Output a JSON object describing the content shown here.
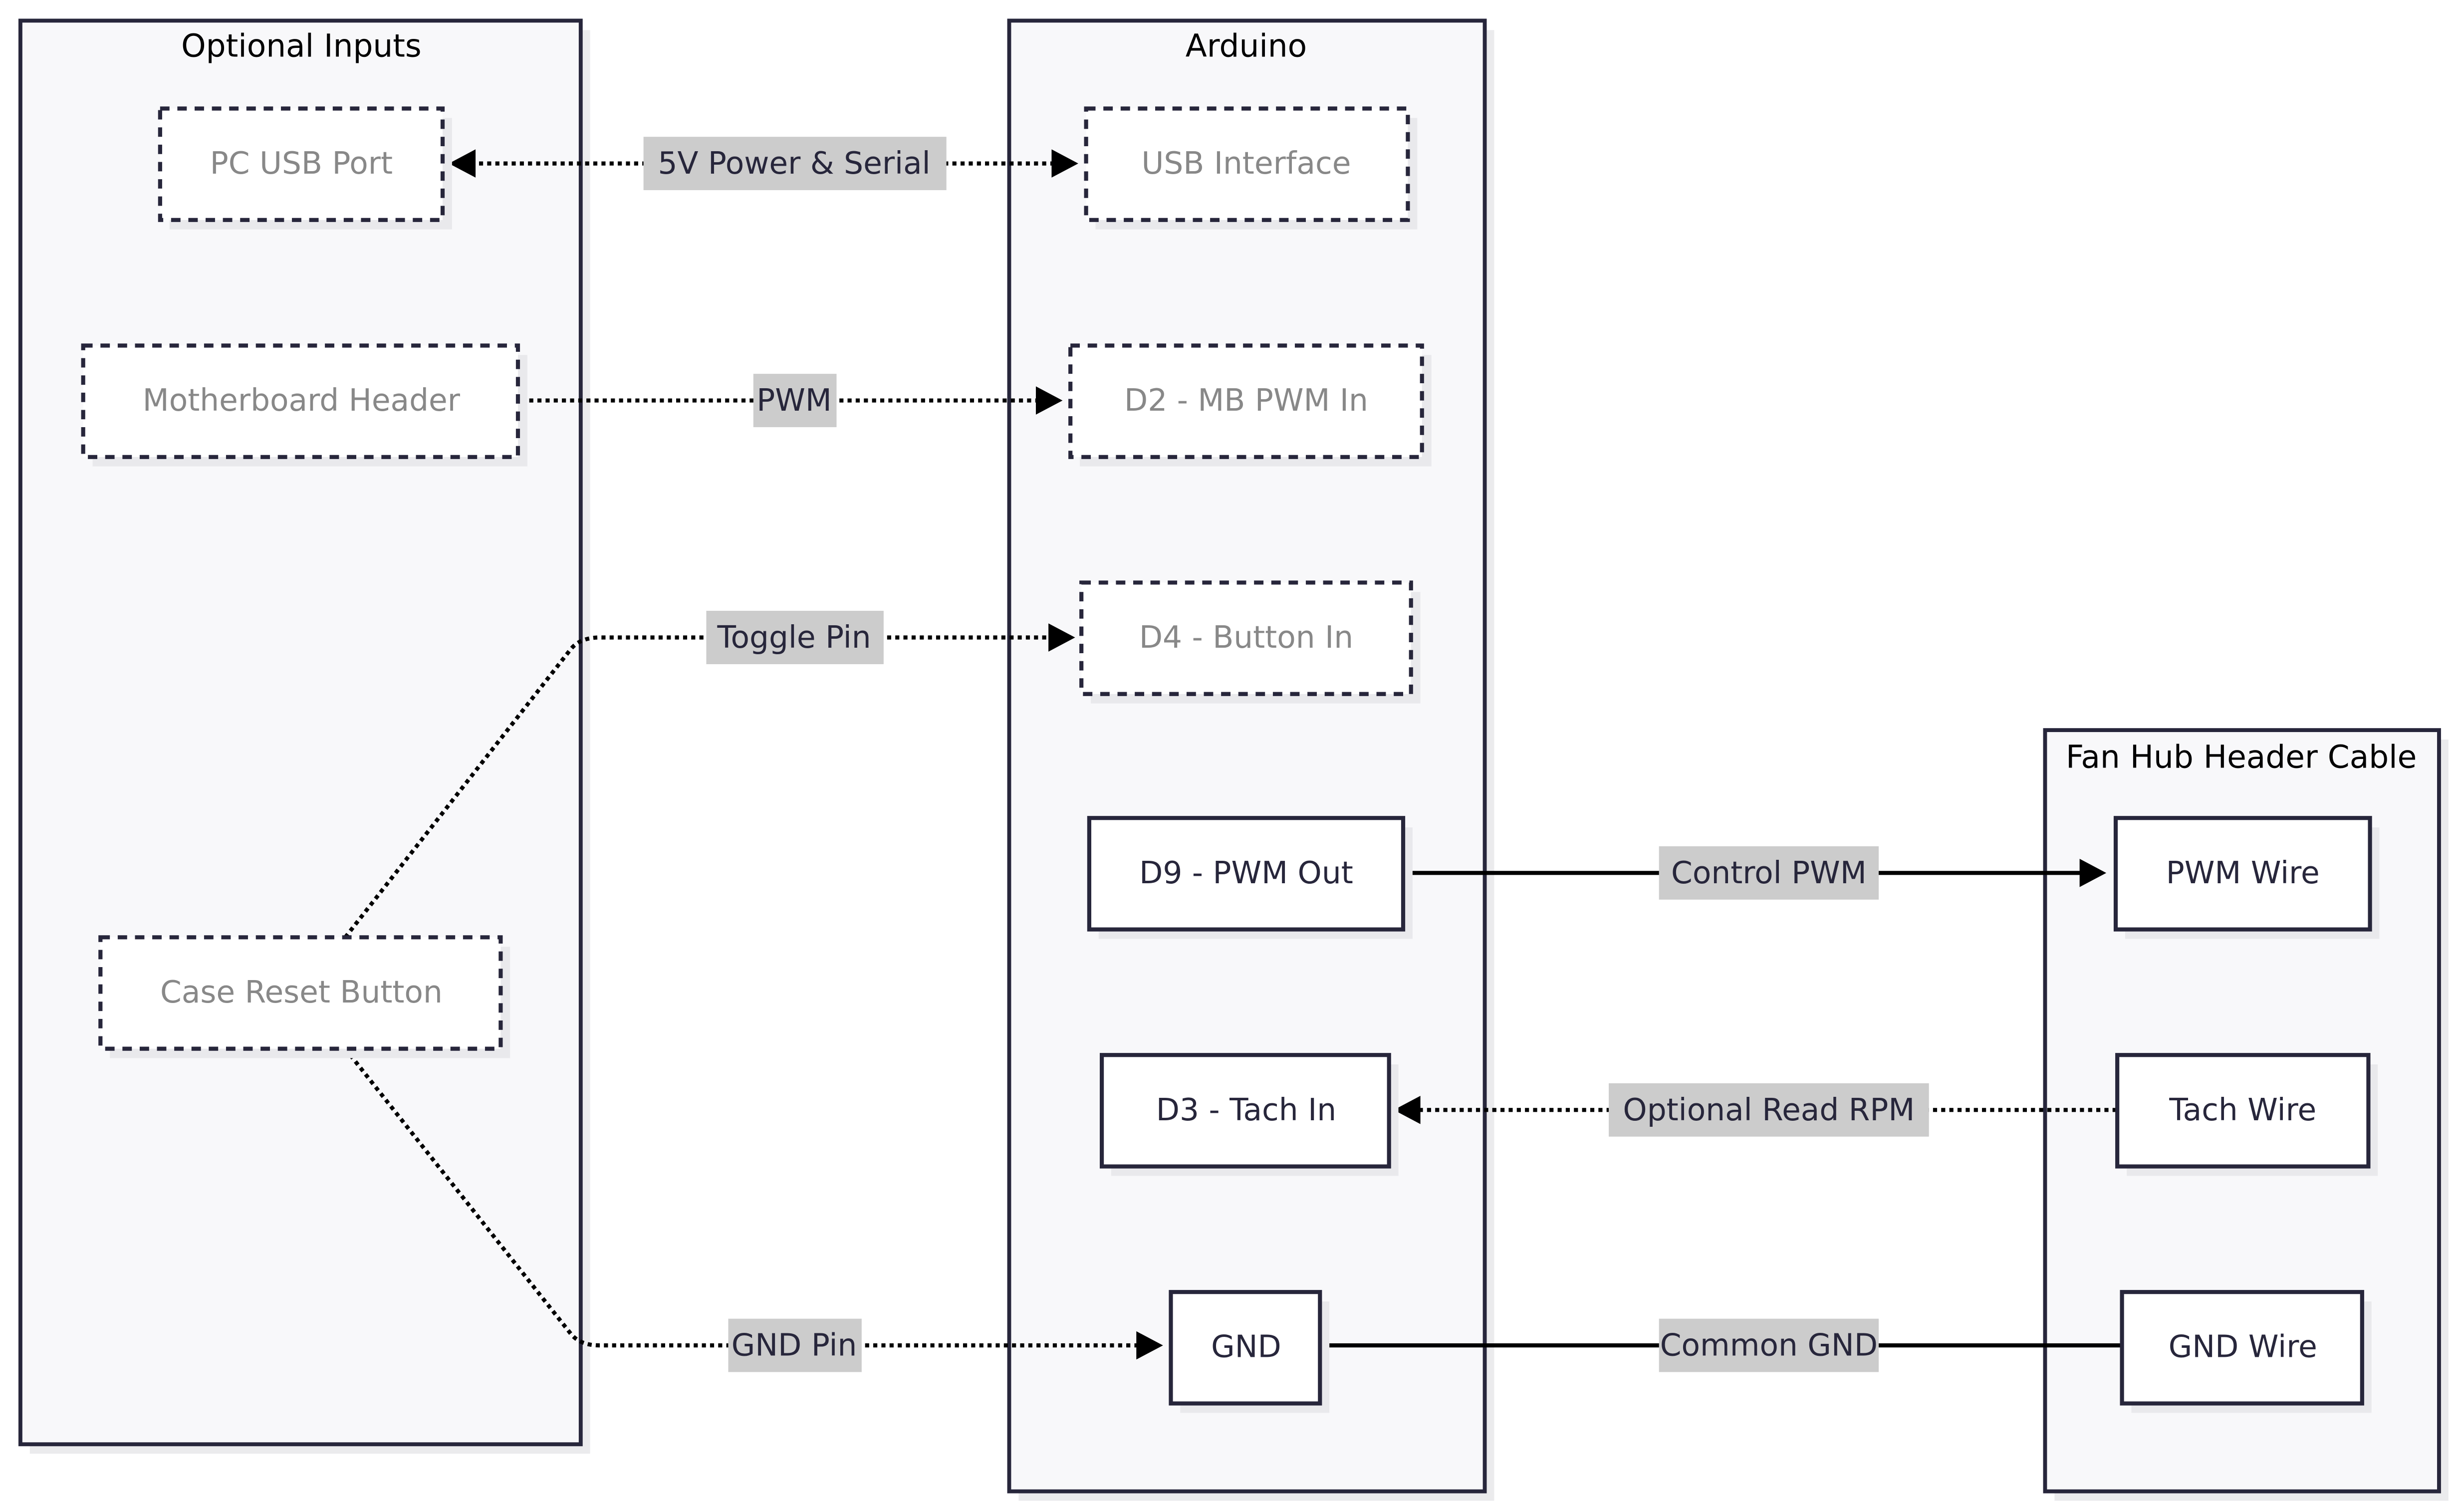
{
  "diagram": {
    "clusters": {
      "optional_inputs": {
        "title": "Optional Inputs"
      },
      "arduino": {
        "title": "Arduino"
      },
      "fan_hub": {
        "title": "Fan Hub Header Cable"
      }
    },
    "nodes": {
      "pc_usb_port": {
        "label": "PC USB Port",
        "style": "optional"
      },
      "motherboard_header": {
        "label": "Motherboard Header",
        "style": "optional"
      },
      "case_reset_button": {
        "label": "Case Reset Button",
        "style": "optional"
      },
      "usb_interface": {
        "label": "USB Interface",
        "style": "optional"
      },
      "d2_mb_pwm_in": {
        "label": "D2 - MB PWM In",
        "style": "optional"
      },
      "d4_button_in": {
        "label": "D4 - Button In",
        "style": "optional"
      },
      "d9_pwm_out": {
        "label": "D9 - PWM Out",
        "style": "required"
      },
      "d3_tach_in": {
        "label": "D3 - Tach In",
        "style": "required"
      },
      "gnd": {
        "label": "GND",
        "style": "required"
      },
      "pwm_wire": {
        "label": "PWM Wire",
        "style": "required"
      },
      "tach_wire": {
        "label": "Tach Wire",
        "style": "required"
      },
      "gnd_wire": {
        "label": "GND Wire",
        "style": "required"
      }
    },
    "edges": {
      "power_serial": {
        "label": "5V Power & Serial",
        "from": "PC USB Port",
        "to": "USB Interface",
        "line": "dotted",
        "direction": "both"
      },
      "pwm": {
        "label": "PWM",
        "from": "Motherboard Header",
        "to": "D2 - MB PWM In",
        "line": "dotted",
        "direction": "forward"
      },
      "toggle_pin": {
        "label": "Toggle Pin",
        "from": "Case Reset Button",
        "to": "D4 - Button In",
        "line": "dotted",
        "direction": "forward"
      },
      "gnd_pin": {
        "label": "GND Pin",
        "from": "Case Reset Button",
        "to": "GND",
        "line": "dotted",
        "direction": "forward"
      },
      "control_pwm": {
        "label": "Control PWM",
        "from": "D9 - PWM Out",
        "to": "PWM Wire",
        "line": "solid",
        "direction": "forward"
      },
      "optional_read_rpm": {
        "label": "Optional Read RPM",
        "from": "Tach Wire",
        "to": "D3 - Tach In",
        "line": "dotted",
        "direction": "forward"
      },
      "common_gnd": {
        "label": "Common GND",
        "from": "GND",
        "to": "GND Wire",
        "line": "solid",
        "direction": "none"
      }
    }
  },
  "colors": {
    "stroke": "#27263b",
    "cluster_fill": "#f8f8fa",
    "optional_text": "#888888",
    "edge_label_bg": "#cccccc"
  }
}
